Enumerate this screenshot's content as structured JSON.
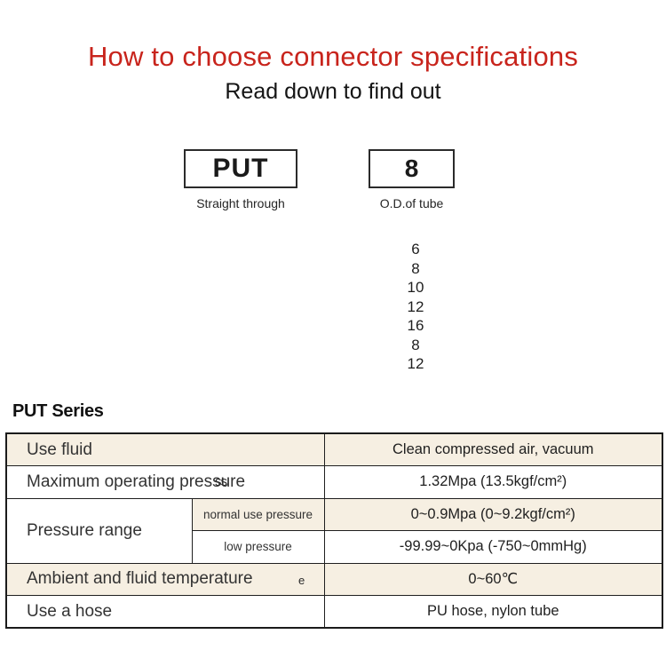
{
  "header": {
    "title": "How to choose connector specifications",
    "subtitle": "Read down to find out",
    "title_color": "#c8241c"
  },
  "selector": {
    "model_code": "PUT",
    "model_caption": "Straight through",
    "size_code": "8",
    "size_caption": "O.D.of tube",
    "size_options": [
      "6",
      "8",
      "10",
      "12",
      "16",
      "8",
      "12"
    ]
  },
  "series": {
    "heading": "PUT Series"
  },
  "spec_table": {
    "use_fluid_label": "Use fluid",
    "use_fluid_value": "Clean compressed air, vacuum",
    "max_pressure_label": "Maximum operating pressure",
    "max_pressure_artifact": "ss",
    "max_pressure_value": "1.32Mpa (13.5kgf/cm²)",
    "pressure_range_label": "Pressure range",
    "normal_pressure_label": "normal use pressure",
    "normal_pressure_value": "0~0.9Mpa (0~9.2kgf/cm²)",
    "low_pressure_label": "low pressure",
    "low_pressure_value": "-99.99~0Kpa (-750~0mmHg)",
    "ambient_temp_label": "Ambient and fluid temperature",
    "ambient_temp_artifact": "e",
    "ambient_temp_value": "0~60℃",
    "hose_label": "Use a hose",
    "hose_value": "PU hose, nylon tube"
  },
  "colors": {
    "accent_red": "#c8241c",
    "row_cream": "#f6efe2",
    "table_border": "#1b1b1b"
  }
}
